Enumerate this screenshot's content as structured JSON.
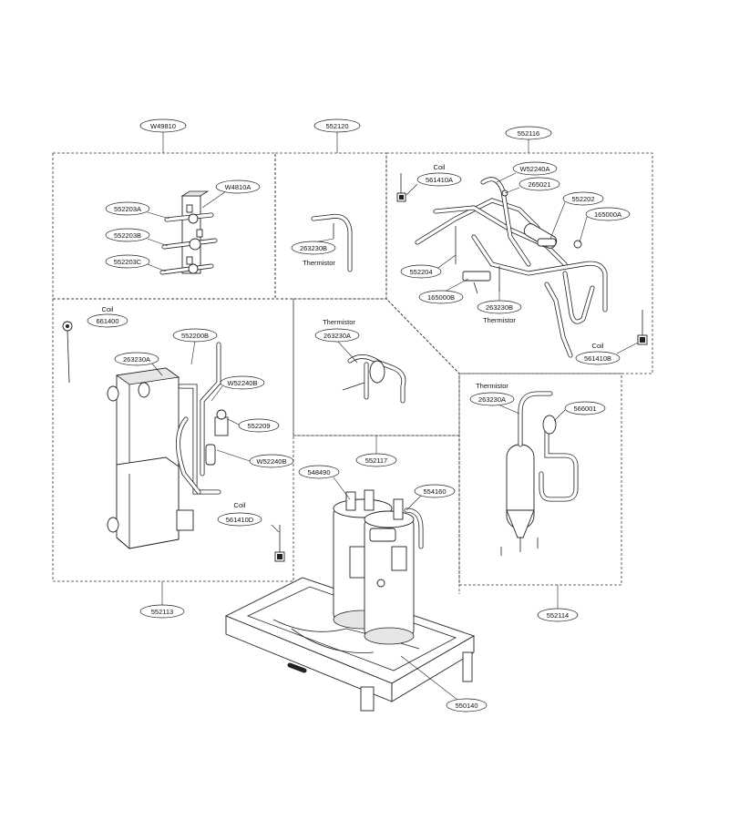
{
  "labels": {
    "W49810": "W49810",
    "552120": "552120",
    "552116": "552116",
    "W4810A": "W4810A",
    "552203A": "552203A",
    "552203B": "552203B",
    "552203C": "552203C",
    "263230B_top": "263230B",
    "thermistor_552120": "Thermistor",
    "coil_top": "Coil",
    "561410A": "561410A",
    "W52240A": "W52240A",
    "265021": "265021",
    "552202": "552202",
    "165000A": "165000A",
    "552204": "552204",
    "165000B": "165000B",
    "263230B_right": "263230B",
    "thermistor_552116": "Thermistor",
    "coil_right": "Coil",
    "561410B": "561410B",
    "coil_left": "Coil",
    "661400": "661400",
    "552200B": "552200B",
    "263230A_left": "263230A",
    "W52240B_upper": "W52240B",
    "552209": "552209",
    "W52240B_lower": "W52240B",
    "coil_lower": "Coil",
    "561410D": "561410D",
    "552113": "552113",
    "thermistor_mid": "Thermistor",
    "263230A_mid": "263230A",
    "552117": "552117",
    "548490": "548490",
    "554160": "554160",
    "thermistor_right": "Thermistor",
    "263230A_right": "263230A",
    "566001": "566001",
    "552114": "552114",
    "550140": "550140"
  }
}
